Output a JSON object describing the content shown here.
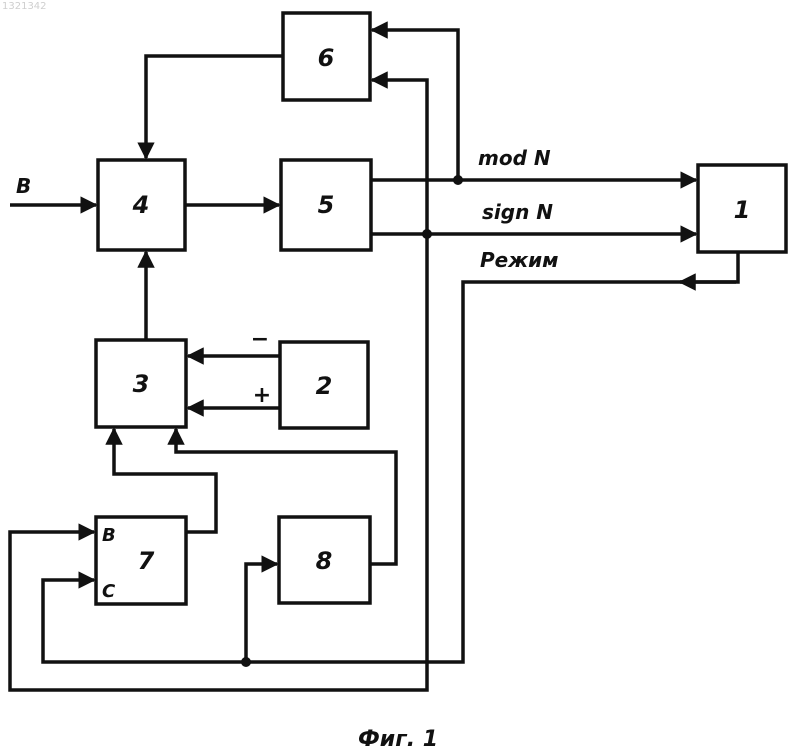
{
  "doc_id": "1321342",
  "blocks": {
    "b1": "1",
    "b2": "2",
    "b3": "3",
    "b4": "4",
    "b5": "5",
    "b6": "6",
    "b7": "7",
    "b8": "8"
  },
  "signals": {
    "input": "B",
    "mod": "mod N",
    "sign": "sign N",
    "mode": "Режим",
    "minus": "−",
    "plus": "+"
  },
  "pins": {
    "b7_top": "B",
    "b7_bottom": "C"
  },
  "caption": "Фиг. 1",
  "colors": {
    "ink": "#111111",
    "paper": "#ffffff"
  }
}
